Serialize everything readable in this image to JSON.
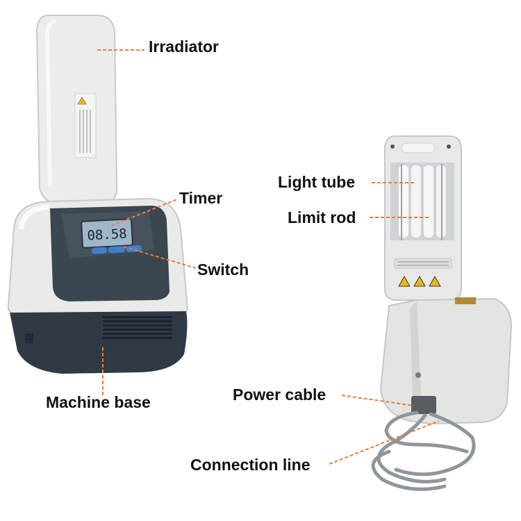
{
  "labels": {
    "irradiator": "Irradiator",
    "timer": "Timer",
    "switch": "Switch",
    "machine_base": "Machine base",
    "light_tube": "Light tube",
    "limit_rod": "Limit rod",
    "power_cable": "Power cable",
    "connection_line": "Connection line"
  },
  "display": {
    "readout": "08.58"
  },
  "colors": {
    "leader_line": "#f07a3c",
    "device_body": "#e9ebe8",
    "device_panel": "#3a4650",
    "lcd": "#9fb7c9",
    "warning": "#f2b51e"
  }
}
